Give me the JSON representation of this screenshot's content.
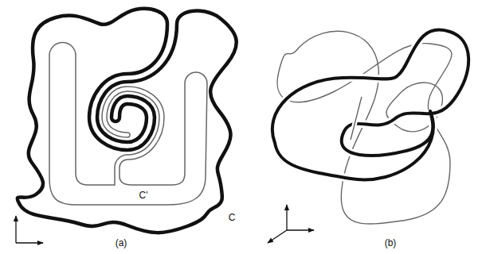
{
  "diagram": {
    "labels": [
      "C'",
      "C",
      "(a)",
      "(b)"
    ]
  }
}
